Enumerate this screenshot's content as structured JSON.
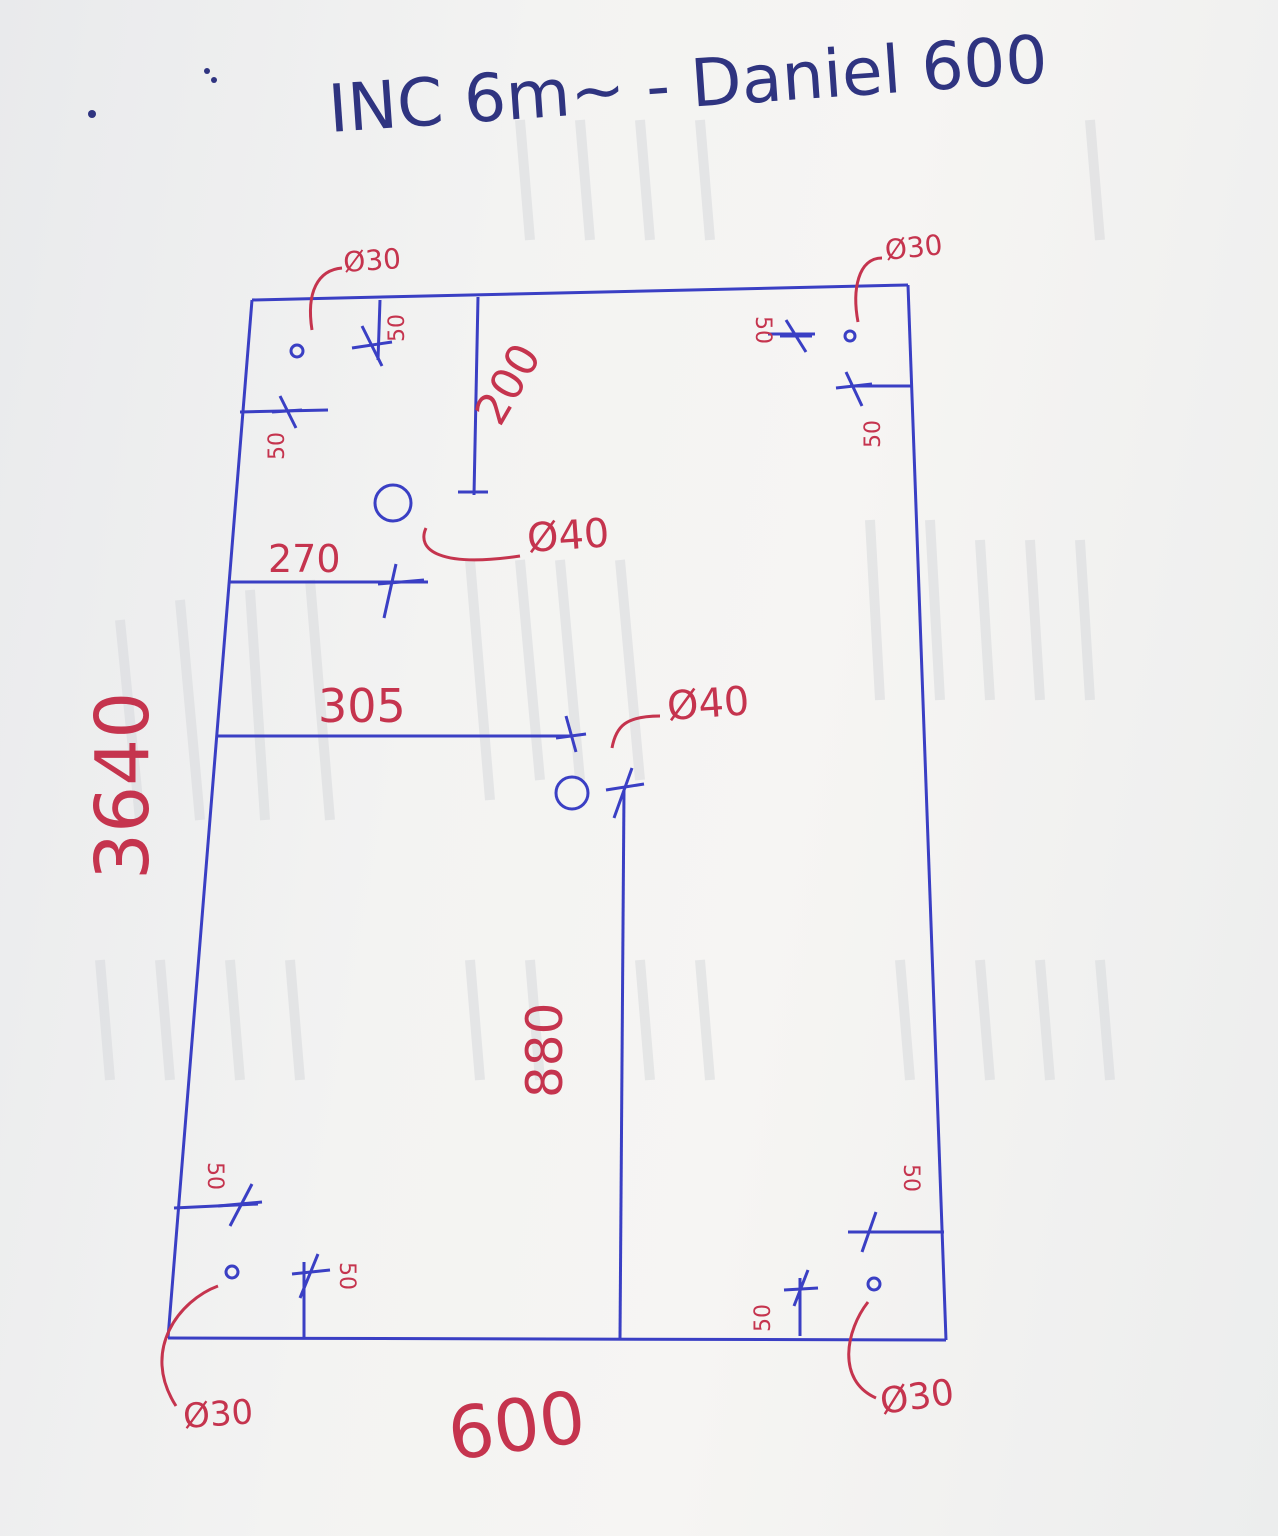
{
  "header": {
    "title": "INC 6m~ - Daniel 600"
  },
  "drawing": {
    "overall_width": "600",
    "overall_height": "3640",
    "dim_270": "270",
    "dim_305": "305",
    "dim_200": "200",
    "dim_880": "880",
    "edge_offsets": [
      "50",
      "50",
      "50",
      "50",
      "50",
      "50",
      "50",
      "50"
    ],
    "hole_labels": {
      "top_left": "Ø30",
      "top_right": "Ø30",
      "bottom_left": "Ø30",
      "bottom_right": "Ø30",
      "mid_upper": "Ø40",
      "mid_center": "Ø40"
    }
  },
  "colors": {
    "ink_blue": "#3a3fc4",
    "ink_red": "#c5344e",
    "paper": "#f3f3f2"
  }
}
